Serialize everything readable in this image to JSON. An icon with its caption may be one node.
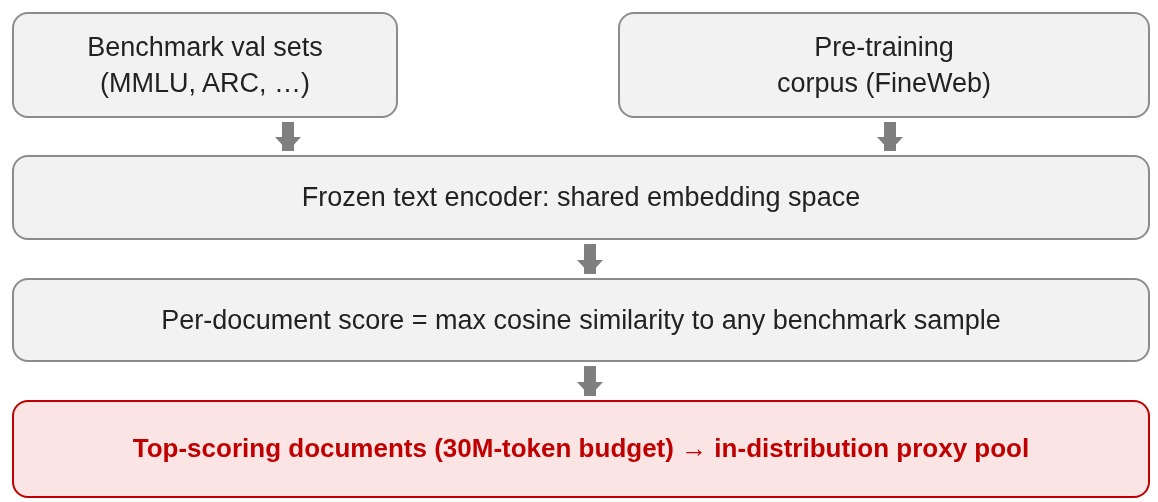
{
  "diagram": {
    "nodes": [
      {
        "text": [
          "Benchmark val sets (MMLU, ARC, …)"
        ]
      },
      {
        "text": [
          "Pre-training corpus (FineWeb)"
        ]
      },
      {
        "text": [
          "Frozen text encoder: shared embedding space"
        ]
      },
      {
        "text": [
          "Per-document score = max cosine similarity to any benchmark sample"
        ]
      },
      {
        "text": [
          "Top-scoring documents (30M-token budget) → in-distribution proxy pool"
        ]
      }
    ],
    "edges": [
      {
        "from": 0,
        "to": 2,
        "arrow": "to"
      },
      {
        "from": 1,
        "to": 2,
        "arrow": "to"
      },
      {
        "from": 2,
        "to": 3,
        "arrow": "to"
      },
      {
        "from": 3,
        "to": 4,
        "arrow": "to"
      }
    ]
  }
}
